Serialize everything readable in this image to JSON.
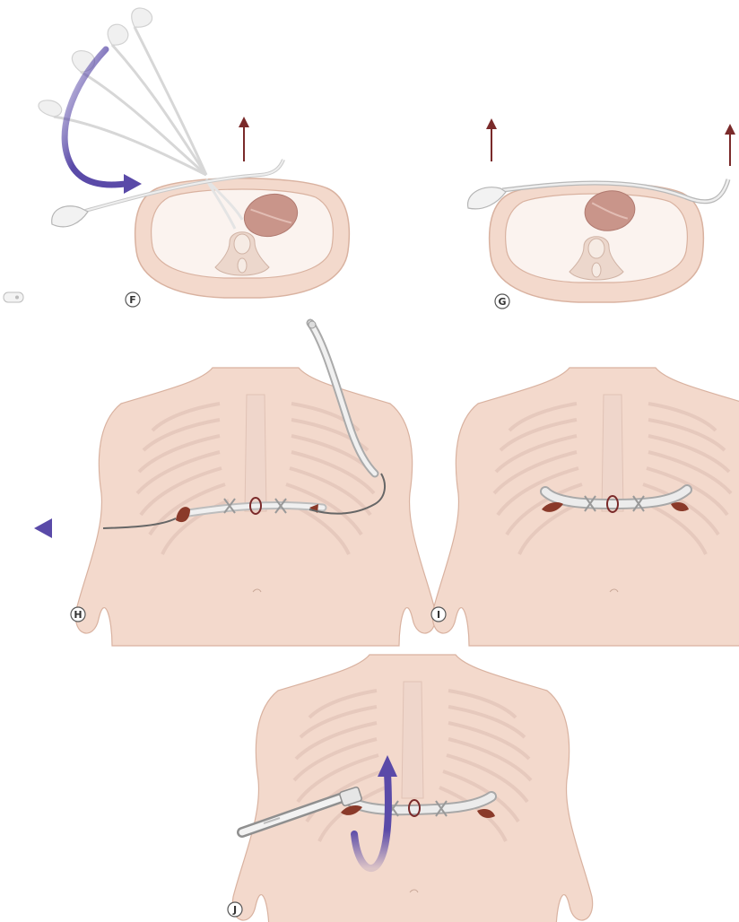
{
  "figure": {
    "panels": [
      {
        "id": "F",
        "label": "F"
      },
      {
        "id": "G",
        "label": "G"
      },
      {
        "id": "H",
        "label": "H"
      },
      {
        "id": "I",
        "label": "I"
      },
      {
        "id": "J",
        "label": "J"
      }
    ]
  },
  "colors": {
    "skin": "#f3d9cc",
    "skin_outline": "#d9b2a0",
    "rib": "#e6c9bd",
    "inner": "#fbf3ef",
    "heart": "#c9958a",
    "bar": "#dcdcdc",
    "bar_outline": "#9a9a9a",
    "arrow_purple": "#5a4aa8",
    "arrow_dark_red": "#7a2a2a",
    "stabilizer": "#8a3a2a"
  }
}
